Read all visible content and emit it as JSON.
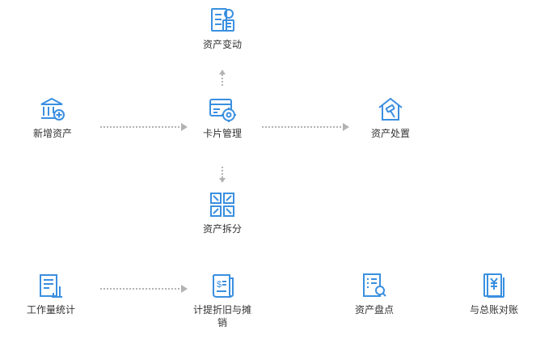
{
  "accent": "#3a8fe0",
  "arrow_color": "#b3b3b3",
  "nodes": {
    "asset_change": {
      "label": "资产变动",
      "icon": "document-user-icon"
    },
    "new_asset": {
      "label": "新增资产",
      "icon": "bank-add-icon"
    },
    "card_mgmt": {
      "label": "卡片管理",
      "icon": "card-gear-icon"
    },
    "asset_disposal": {
      "label": "资产处置",
      "icon": "house-gavel-icon"
    },
    "asset_split": {
      "label": "资产拆分",
      "icon": "split-arrows-icon"
    },
    "workload": {
      "label": "工作量统计",
      "icon": "report-chart-icon"
    },
    "depreciation": {
      "label": "计提折旧与摊销",
      "icon": "dollar-scroll-icon"
    },
    "inventory": {
      "label": "资产盘点",
      "icon": "list-search-icon"
    },
    "reconcile": {
      "label": "与总账对账",
      "icon": "yen-document-icon"
    }
  }
}
